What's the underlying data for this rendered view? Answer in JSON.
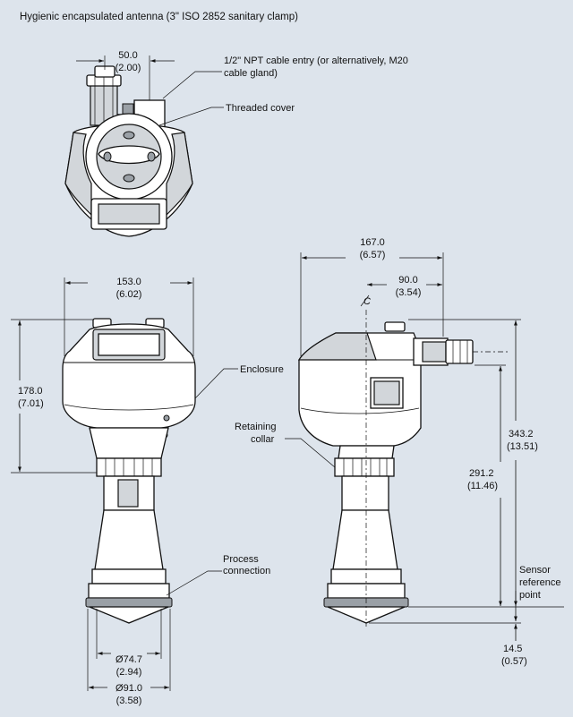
{
  "title": "Hygienic encapsulated antenna (3\" ISO 2852 sanitary clamp)",
  "top_view": {
    "dim_mm": "50.0",
    "dim_in": "(2.00)",
    "callout_cable_line1": "1/2\" NPT cable entry (or alternatively, M20",
    "callout_cable_line2": "cable gland)",
    "callout_cover": "Threaded cover"
  },
  "front_view": {
    "width_mm": "153.0",
    "width_in": "(6.02)",
    "height_mm": "178.0",
    "height_in": "(7.01)",
    "callout_enclosure": "Enclosure",
    "callout_process_line1": "Process",
    "callout_process_line2": "connection",
    "dia1_mm": "Ø74.7",
    "dia1_in": "(2.94)",
    "dia2_mm": "Ø91.0",
    "dia2_in": "(3.58)"
  },
  "side_view": {
    "width_mm": "167.0",
    "width_in": "(6.57)",
    "offset_mm": "90.0",
    "offset_in": "(3.54)",
    "centerline": "C",
    "callout_collar_line1": "Retaining",
    "callout_collar_line2": "collar",
    "h1_mm": "343.2",
    "h1_in": "(13.51)",
    "h2_mm": "291.2",
    "h2_in": "(11.46)",
    "ref_line1": "Sensor",
    "ref_line2": "reference",
    "ref_line3": "point",
    "tip_mm": "14.5",
    "tip_in": "(0.57)"
  }
}
